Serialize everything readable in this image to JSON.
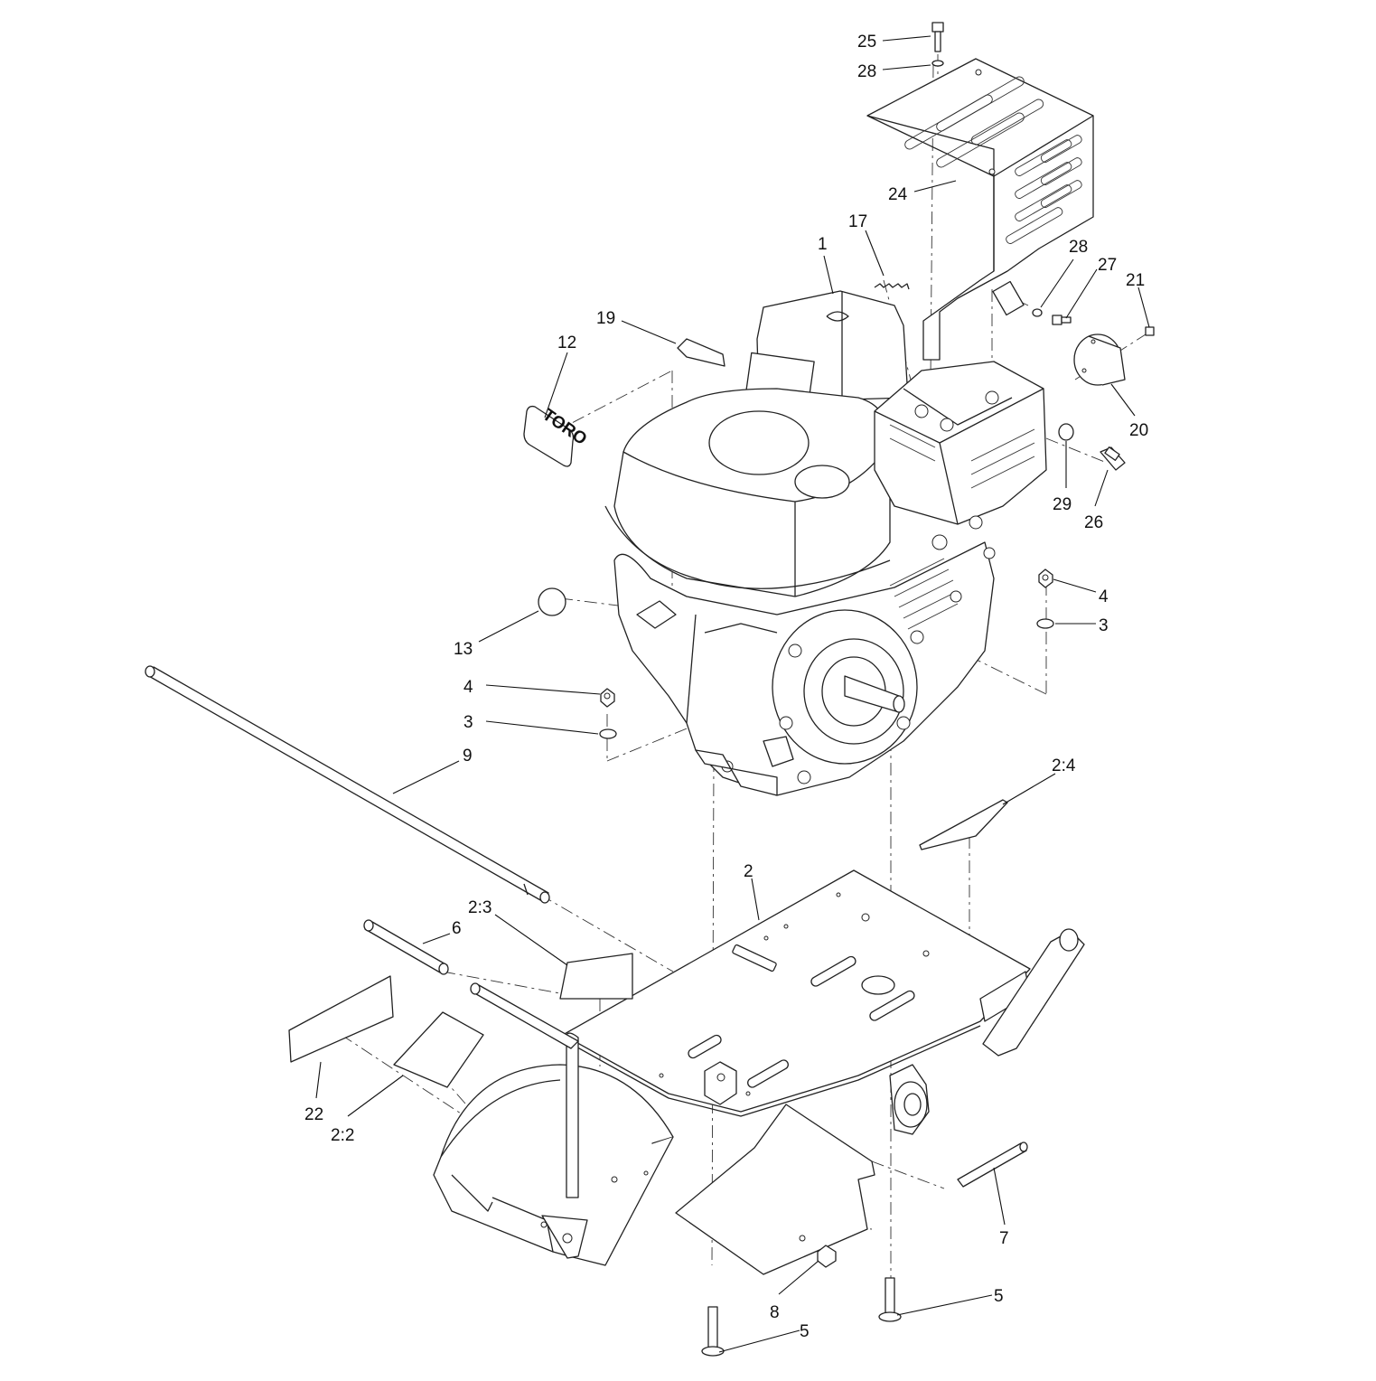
{
  "diagram": {
    "brand_decal_text": "TORO",
    "callouts": [
      {
        "id": "c-25",
        "label": "25"
      },
      {
        "id": "c-28a",
        "label": "28"
      },
      {
        "id": "c-24",
        "label": "24"
      },
      {
        "id": "c-17",
        "label": "17"
      },
      {
        "id": "c-1",
        "label": "1"
      },
      {
        "id": "c-28b",
        "label": "28"
      },
      {
        "id": "c-27",
        "label": "27"
      },
      {
        "id": "c-21",
        "label": "21"
      },
      {
        "id": "c-19",
        "label": "19"
      },
      {
        "id": "c-12",
        "label": "12"
      },
      {
        "id": "c-20",
        "label": "20"
      },
      {
        "id": "c-29",
        "label": "29"
      },
      {
        "id": "c-26",
        "label": "26"
      },
      {
        "id": "c-4a",
        "label": "4"
      },
      {
        "id": "c-3a",
        "label": "3"
      },
      {
        "id": "c-13",
        "label": "13"
      },
      {
        "id": "c-4b",
        "label": "4"
      },
      {
        "id": "c-3b",
        "label": "3"
      },
      {
        "id": "c-9",
        "label": "9"
      },
      {
        "id": "c-2-4",
        "label": "2:4"
      },
      {
        "id": "c-2",
        "label": "2"
      },
      {
        "id": "c-2-3",
        "label": "2:3"
      },
      {
        "id": "c-6",
        "label": "6"
      },
      {
        "id": "c-22",
        "label": "22"
      },
      {
        "id": "c-2-2",
        "label": "2:2"
      },
      {
        "id": "c-7",
        "label": "7"
      },
      {
        "id": "c-8",
        "label": "8"
      },
      {
        "id": "c-5a",
        "label": "5"
      },
      {
        "id": "c-5b",
        "label": "5"
      }
    ]
  }
}
